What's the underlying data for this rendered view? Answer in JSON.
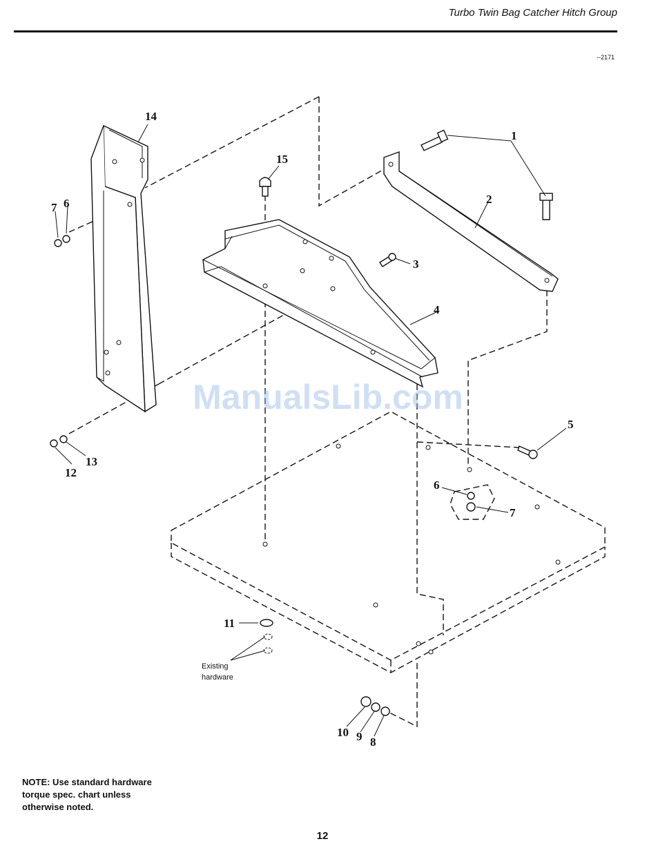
{
  "header": {
    "title": "Turbo Twin Bag Catcher Hitch Group"
  },
  "figure": {
    "id": "--2171",
    "callouts": [
      "1",
      "2",
      "3",
      "4",
      "5",
      "6",
      "7",
      "6",
      "7",
      "8",
      "9",
      "10",
      "11",
      "12",
      "13",
      "14",
      "15"
    ],
    "existing_hardware_line1": "Existing",
    "existing_hardware_line2": "hardware"
  },
  "note": {
    "line1": "NOTE: Use standard hardware",
    "line2": "torque spec. chart unless",
    "line3": "otherwise noted."
  },
  "footer": {
    "page_number": "12"
  },
  "watermark": "ManualsLib.com"
}
